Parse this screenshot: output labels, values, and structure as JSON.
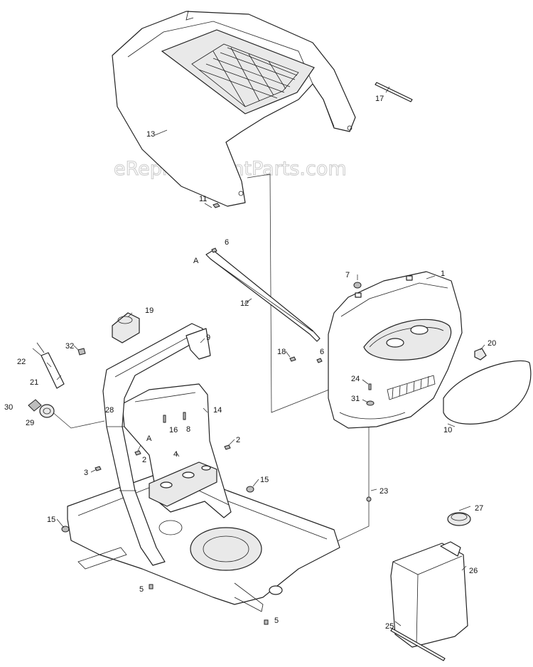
{
  "watermark": "eReplacementParts.com",
  "callouts": {
    "p1": "1",
    "p2a": "2",
    "p2b": "2",
    "p3": "3",
    "p4": "4",
    "p5a": "5",
    "p5b": "5",
    "p6a": "6",
    "p6b": "6",
    "p7": "7",
    "p8": "8",
    "p9": "9",
    "p10": "10",
    "p11": "11",
    "p12": "12",
    "p13": "13",
    "p14": "14",
    "p15a": "15",
    "p15b": "15",
    "p16": "16",
    "p17": "17",
    "p18": "18",
    "p19": "19",
    "p20": "20",
    "p21": "21",
    "p22": "22",
    "p23": "23",
    "p24": "24",
    "p25": "25",
    "p26": "26",
    "p27": "27",
    "p28": "28",
    "p29": "29",
    "p30": "30",
    "p31": "31",
    "p32": "32",
    "refA1": "A",
    "refA2": "A"
  }
}
